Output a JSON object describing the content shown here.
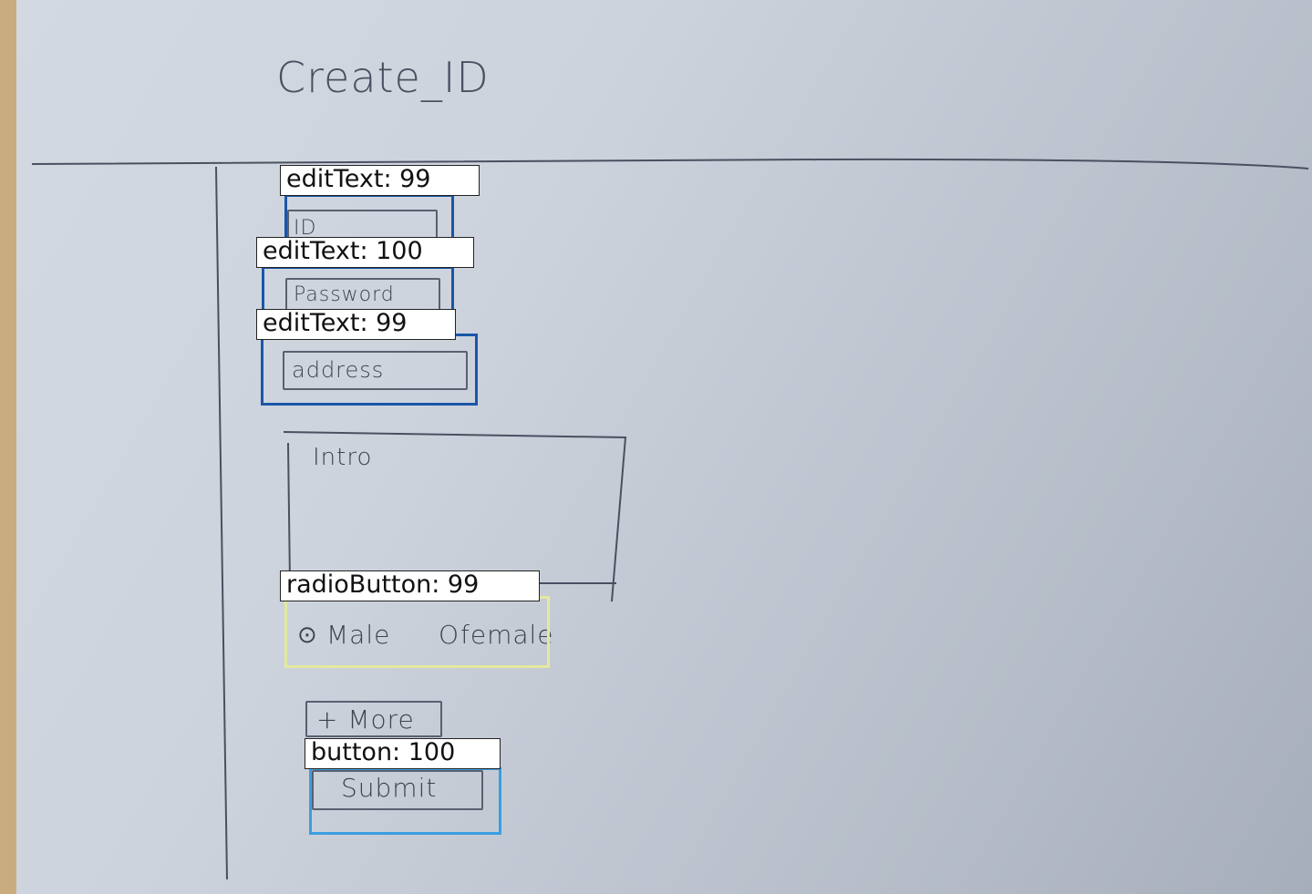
{
  "sketch": {
    "title": "Create_ID",
    "fields": {
      "id": "ID",
      "password": "Password",
      "address": "address",
      "intro": "Intro"
    },
    "radio": {
      "male": "Male",
      "female": "female",
      "male_mark": "⊙",
      "female_mark": "O"
    },
    "more_label": "+ More",
    "submit_label": "Submit"
  },
  "detections": [
    {
      "label": "editText: 99",
      "color": "#1a56a8"
    },
    {
      "label": "editText: 100",
      "color": "#1a56a8"
    },
    {
      "label": "editText: 99",
      "color": "#1a56a8"
    },
    {
      "label": "radioButton: 99",
      "color": "#e2ea9c"
    },
    {
      "label": "button: 100",
      "color": "#3a9ee0"
    }
  ]
}
